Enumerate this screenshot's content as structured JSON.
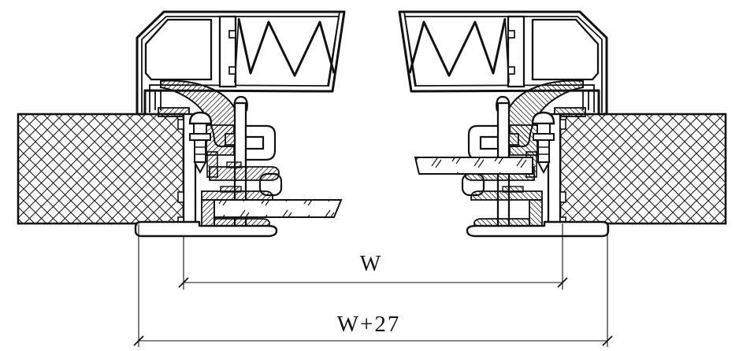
{
  "drawing": {
    "kind": "window-frame-horizontal-section-detail",
    "dimension_labels": {
      "inner_width": "W",
      "outer_width": "W+27"
    }
  },
  "colors": {
    "ink": "#111111",
    "paper": "#ffffff"
  }
}
